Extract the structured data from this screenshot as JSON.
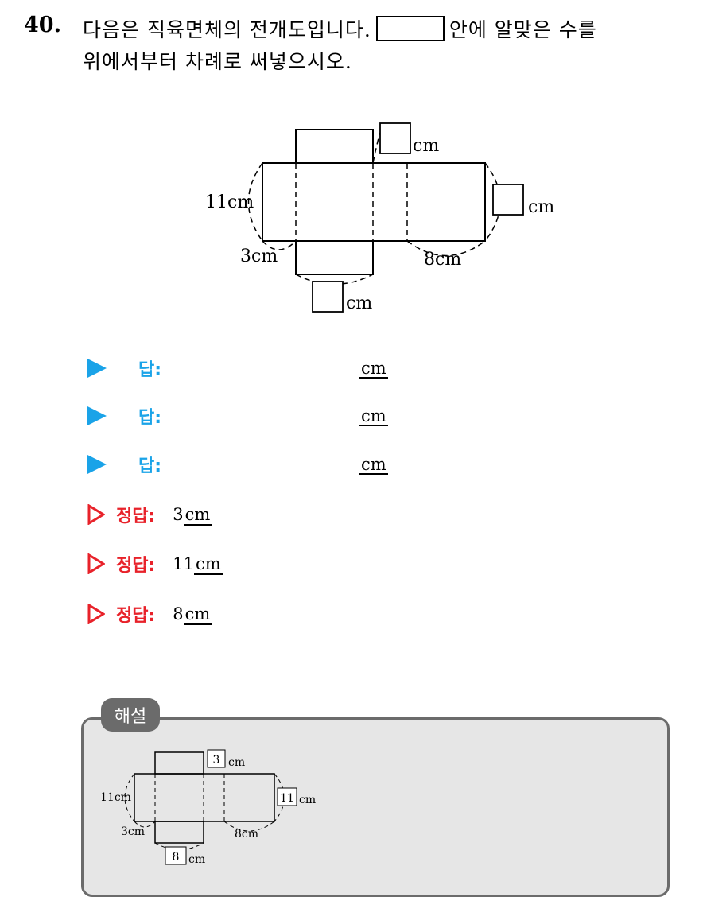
{
  "question": {
    "number": "40.",
    "line1_before_box": "다음은 직육면체의 전개도입니다.",
    "line1_after_box": "안에 알맞은 수를",
    "line2": "위에서부터 차례로 써넣으시오."
  },
  "figure": {
    "labels": {
      "top_unit": "cm",
      "left_height": "11cm",
      "right_unit": "cm",
      "bottom_left": "3cm",
      "bottom_right": "8cm",
      "bottom_unit": "cm"
    }
  },
  "answers": {
    "label": "답:",
    "unit": "cm",
    "rows": [
      "",
      "",
      ""
    ]
  },
  "correct": {
    "label": "정답:",
    "rows": [
      {
        "value": "3",
        "unit": "cm"
      },
      {
        "value": "11",
        "unit": "cm"
      },
      {
        "value": "8",
        "unit": "cm"
      }
    ]
  },
  "explanation": {
    "tag": "해설",
    "labels": {
      "top_box": "3",
      "top_unit": "cm",
      "left_height": "11cm",
      "right_box": "11",
      "right_unit": "cm",
      "bottom_left": "3cm",
      "bottom_right": "8cm",
      "bottom_box": "8",
      "bottom_unit": "cm"
    }
  },
  "colors": {
    "answer_blue": "#1aa3e8",
    "correct_red": "#e8222a",
    "panel_border": "#6b6b6b",
    "panel_bg": "#e6e6e6"
  }
}
